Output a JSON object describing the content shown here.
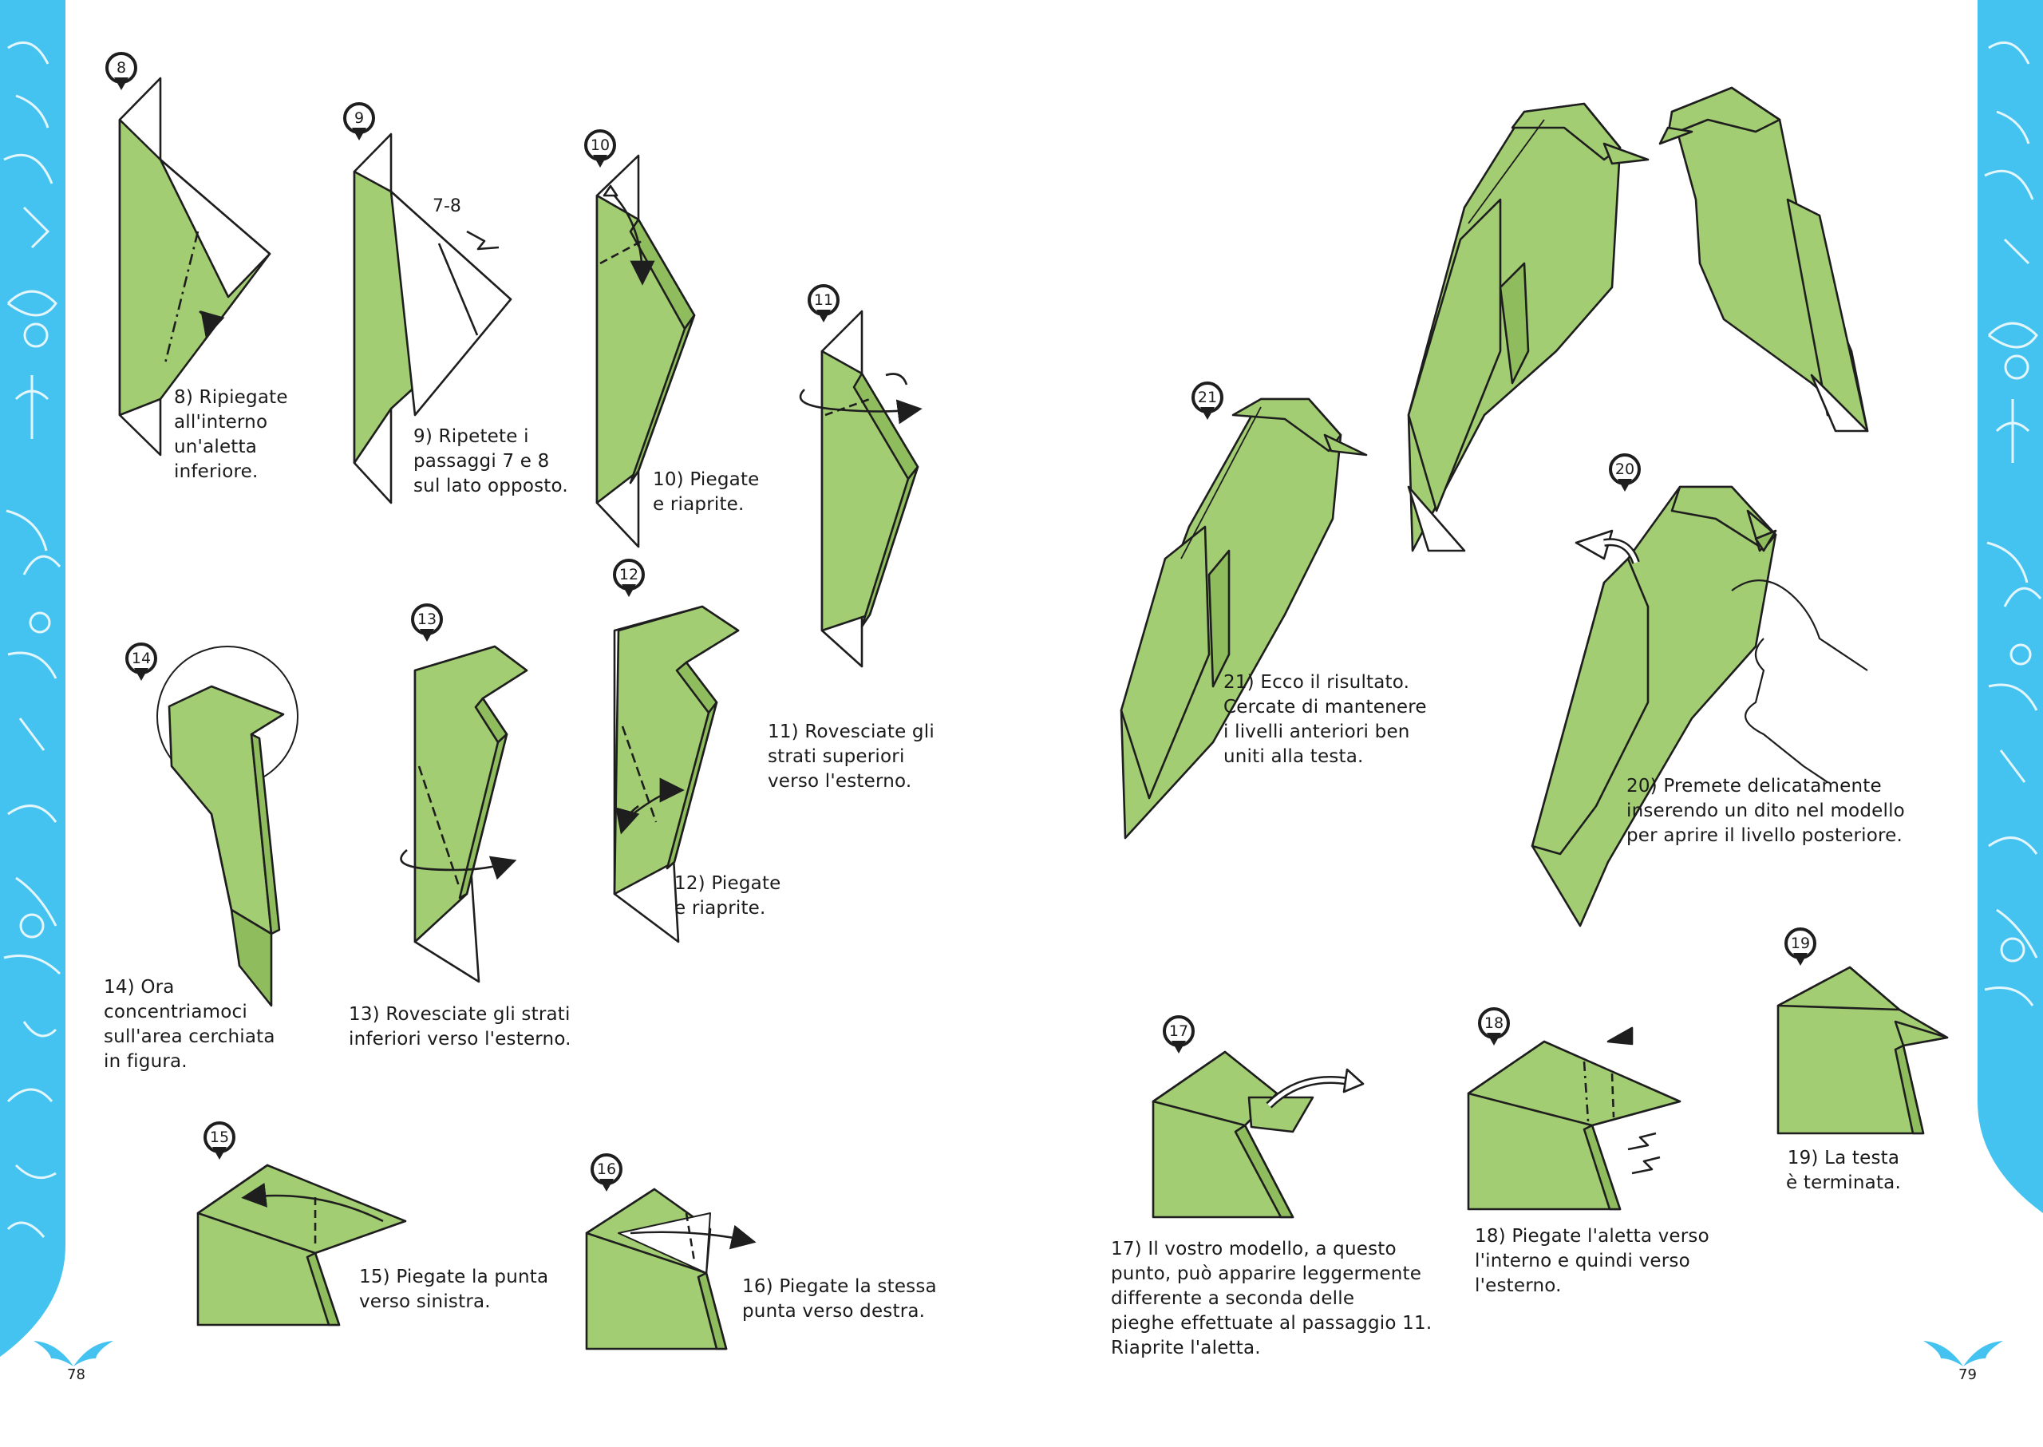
{
  "theme": {
    "accent": "#44c3f0",
    "paper_green": "#a3cd72",
    "line": "#1e1e1e"
  },
  "left_page": {
    "number": "78",
    "steps": [
      {
        "num": "8",
        "caption": "8) Ripiegate\nall'interno\nun'aletta\ninferiore."
      },
      {
        "num": "9",
        "caption": "9) Ripetete i\npassaggi 7 e 8\nsul lato opposto."
      },
      {
        "num": "10",
        "caption": "10) Piegate\ne riaprite."
      },
      {
        "num": "11",
        "caption": "11) Rovesciate gli\nstrati superiori\nverso l'esterno."
      },
      {
        "num": "12",
        "caption": "12) Piegate\ne riaprite."
      },
      {
        "num": "13",
        "caption": "13) Rovesciate gli strati\ninferiori verso l'esterno."
      },
      {
        "num": "14",
        "caption": "14) Ora\nconcentriamoci\nsull'area cerchiata\nin figura."
      },
      {
        "num": "15",
        "caption": "15) Piegate la punta\nverso sinistra."
      },
      {
        "num": "16",
        "caption": "16) Piegate la stessa\npunta verso destra."
      }
    ],
    "diagram_label_9": "7-8"
  },
  "right_page": {
    "number": "79",
    "steps": [
      {
        "num": "17",
        "caption": "17) Il vostro modello, a questo\npunto, può apparire leggermente\ndifferente a seconda delle\npieghe effettuate al passaggio 11.\nRiaprite l'aletta."
      },
      {
        "num": "18",
        "caption": "18) Piegate l'aletta verso\nl'interno e quindi verso\nl'esterno."
      },
      {
        "num": "19",
        "caption": "19) La testa\nè terminata."
      },
      {
        "num": "20",
        "caption": "20) Premete delicatamente\ninserendo un dito nel modello\nper aprire il livello posteriore."
      },
      {
        "num": "21",
        "caption": "21) Ecco il risultato.\nCercate di mantenere\ni livelli anteriori ben\nuniti alla testa."
      }
    ]
  },
  "icons": {
    "folio": "wings-icon",
    "badge": "map-pin-icon"
  }
}
